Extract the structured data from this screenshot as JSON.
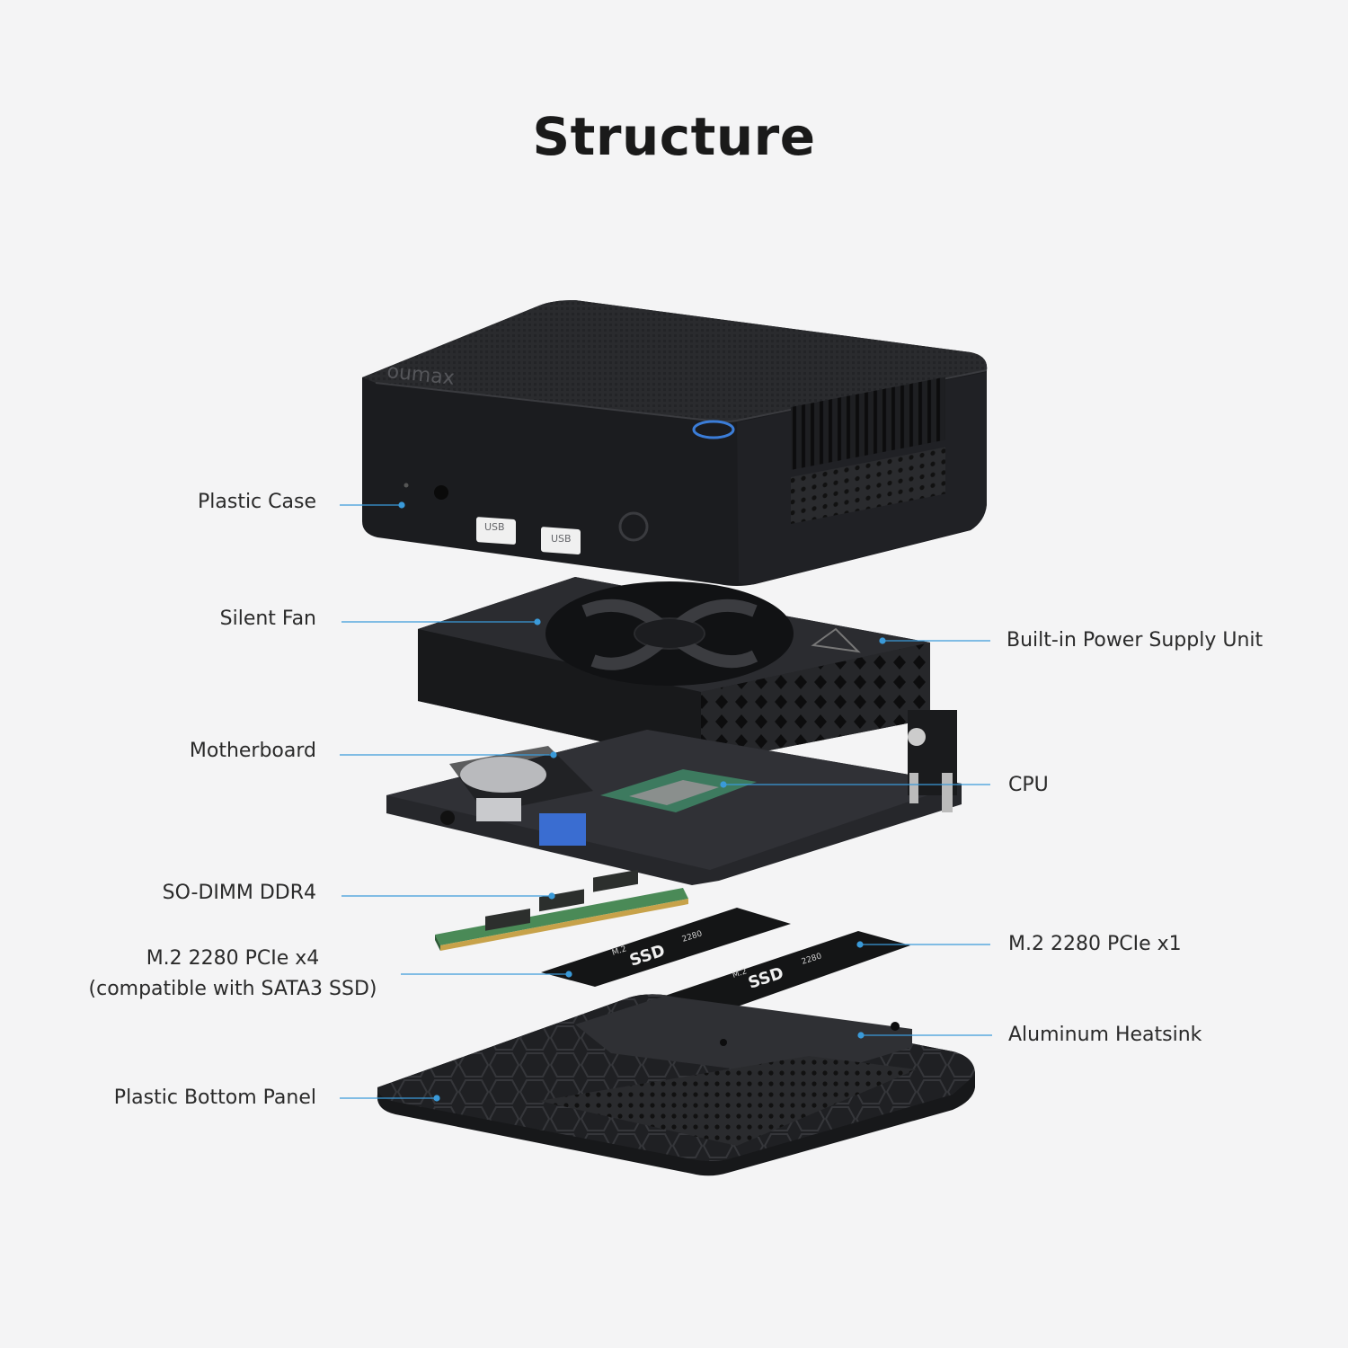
{
  "title": "Structure",
  "device": {
    "brand_text": "oumax",
    "port_label_1": "USB",
    "port_label_2": "USB",
    "ssd_brand_1": "SSD",
    "ssd_m2_1": "M.2",
    "ssd_size_1": "2280",
    "ssd_brand_2": "SSD",
    "ssd_m2_2": "M.2",
    "ssd_size_2": "2280"
  },
  "labels": {
    "plastic_case": "Plastic Case",
    "silent_fan": "Silent Fan",
    "motherboard": "Motherboard",
    "sodimm": "SO-DIMM DDR4",
    "m2_x4_line1": "M.2 2280 PCIe x4",
    "m2_x4_line2": "(compatible with SATA3 SSD)",
    "bottom_panel": "Plastic Bottom Panel",
    "psu": "Built-in Power Supply Unit",
    "cpu": "CPU",
    "m2_x1": "M.2 2280 PCIe x1",
    "heatsink": "Aluminum Heatsink"
  },
  "colors": {
    "background": "#f4f4f5",
    "leader_line": "#3a9ad9",
    "case": "#1e1f22",
    "board": "#2a2b2e",
    "ram_pcb": "#3d7a4a",
    "cpu_die": "#4a8a6a"
  }
}
